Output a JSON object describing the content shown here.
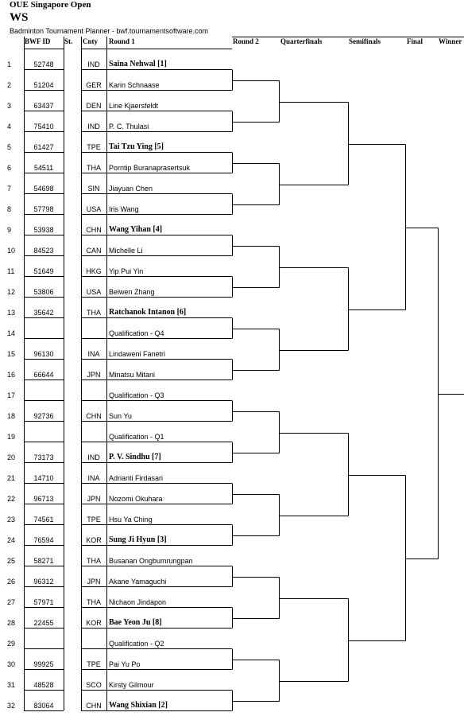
{
  "tournament": "OUE Singapore Open",
  "event": "WS",
  "subtitle": "Badminton Tournament Planner - bwf.tournamentsoftware.com",
  "headers": {
    "bwf_id": "BWF ID",
    "status": "St.",
    "country": "Cnty",
    "round1": "Round 1",
    "round2": "Round 2",
    "quarterfinals": "Quarterfinals",
    "semifinals": "Semifinals",
    "final": "Final",
    "winner": "Winner"
  },
  "entries": [
    {
      "num": "1",
      "bwf": "52748",
      "cnty": "IND",
      "name": "Saina Nehwal [1]",
      "seeded": true
    },
    {
      "num": "2",
      "bwf": "51204",
      "cnty": "GER",
      "name": "Karin Schnaase",
      "seeded": false
    },
    {
      "num": "3",
      "bwf": "63437",
      "cnty": "DEN",
      "name": "Line Kjaersfeldt",
      "seeded": false
    },
    {
      "num": "4",
      "bwf": "75410",
      "cnty": "IND",
      "name": "P. C. Thulasi",
      "seeded": false
    },
    {
      "num": "5",
      "bwf": "61427",
      "cnty": "TPE",
      "name": "Tai Tzu Ying [5]",
      "seeded": true
    },
    {
      "num": "6",
      "bwf": "54511",
      "cnty": "THA",
      "name": "Porntip Buranaprasertsuk",
      "seeded": false
    },
    {
      "num": "7",
      "bwf": "54698",
      "cnty": "SIN",
      "name": "Jiayuan Chen",
      "seeded": false
    },
    {
      "num": "8",
      "bwf": "57798",
      "cnty": "USA",
      "name": "Iris Wang",
      "seeded": false
    },
    {
      "num": "9",
      "bwf": "53938",
      "cnty": "CHN",
      "name": "Wang Yihan [4]",
      "seeded": true
    },
    {
      "num": "10",
      "bwf": "84523",
      "cnty": "CAN",
      "name": "Michelle Li",
      "seeded": false
    },
    {
      "num": "11",
      "bwf": "51649",
      "cnty": "HKG",
      "name": "Yip Pui Yin",
      "seeded": false
    },
    {
      "num": "12",
      "bwf": "53806",
      "cnty": "USA",
      "name": "Beiwen Zhang",
      "seeded": false
    },
    {
      "num": "13",
      "bwf": "35642",
      "cnty": "THA",
      "name": "Ratchanok Intanon [6]",
      "seeded": true
    },
    {
      "num": "14",
      "bwf": "",
      "cnty": "",
      "name": "Qualification - Q4",
      "seeded": false
    },
    {
      "num": "15",
      "bwf": "96130",
      "cnty": "INA",
      "name": "Lindaweni Fanetri",
      "seeded": false
    },
    {
      "num": "16",
      "bwf": "66644",
      "cnty": "JPN",
      "name": "Minatsu Mitani",
      "seeded": false
    },
    {
      "num": "17",
      "bwf": "",
      "cnty": "",
      "name": "Qualification - Q3",
      "seeded": false
    },
    {
      "num": "18",
      "bwf": "92736",
      "cnty": "CHN",
      "name": "Sun Yu",
      "seeded": false
    },
    {
      "num": "19",
      "bwf": "",
      "cnty": "",
      "name": "Qualification - Q1",
      "seeded": false
    },
    {
      "num": "20",
      "bwf": "73173",
      "cnty": "IND",
      "name": "P. V. Sindhu [7]",
      "seeded": true
    },
    {
      "num": "21",
      "bwf": "14710",
      "cnty": "INA",
      "name": "Adrianti Firdasari",
      "seeded": false
    },
    {
      "num": "22",
      "bwf": "96713",
      "cnty": "JPN",
      "name": "Nozomi Okuhara",
      "seeded": false
    },
    {
      "num": "23",
      "bwf": "74561",
      "cnty": "TPE",
      "name": "Hsu Ya Ching",
      "seeded": false
    },
    {
      "num": "24",
      "bwf": "76594",
      "cnty": "KOR",
      "name": "Sung Ji Hyun [3]",
      "seeded": true
    },
    {
      "num": "25",
      "bwf": "58271",
      "cnty": "THA",
      "name": "Busanan Ongbumrungpan",
      "seeded": false
    },
    {
      "num": "26",
      "bwf": "96312",
      "cnty": "JPN",
      "name": "Akane Yamaguchi",
      "seeded": false
    },
    {
      "num": "27",
      "bwf": "57971",
      "cnty": "THA",
      "name": "Nichaon Jindapon",
      "seeded": false
    },
    {
      "num": "28",
      "bwf": "22455",
      "cnty": "KOR",
      "name": "Bae Yeon Ju [8]",
      "seeded": true
    },
    {
      "num": "29",
      "bwf": "",
      "cnty": "",
      "name": "Qualification - Q2",
      "seeded": false
    },
    {
      "num": "30",
      "bwf": "99925",
      "cnty": "TPE",
      "name": "Pai Yu Po",
      "seeded": false
    },
    {
      "num": "31",
      "bwf": "48528",
      "cnty": "SCO",
      "name": "Kirsty Gilmour",
      "seeded": false
    },
    {
      "num": "32",
      "bwf": "83064",
      "cnty": "CHN",
      "name": "Wang Shixian [2]",
      "seeded": true
    }
  ]
}
